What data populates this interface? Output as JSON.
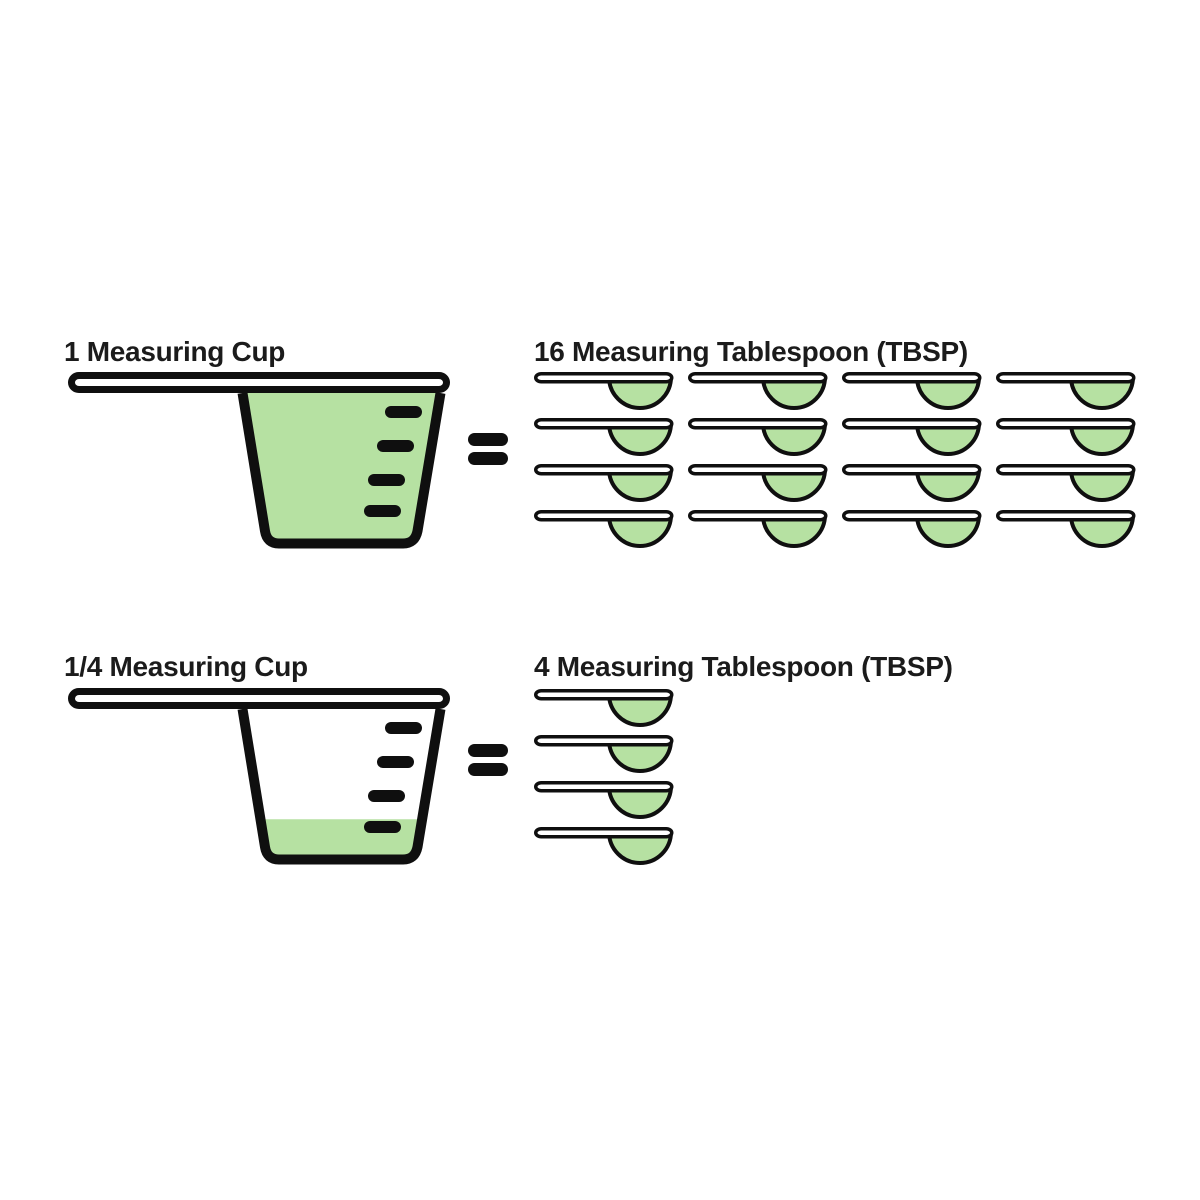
{
  "colors": {
    "liquid_green": "#b6e1a2",
    "outline_black": "#0f0f0f",
    "text_black": "#1b1b1b",
    "background": "#ffffff"
  },
  "sections": [
    {
      "cup": {
        "label": "1 Measuring Cup",
        "fill_fraction": 1
      },
      "equals_symbol": "=",
      "spoons": {
        "label": "16 Measuring Tablespoon (TBSP)",
        "count": 16,
        "columns": 4,
        "rows": 4
      }
    },
    {
      "cup": {
        "label": "1/4 Measuring Cup",
        "fill_fraction": 0.25
      },
      "equals_symbol": "=",
      "spoons": {
        "label": "4 Measuring Tablespoon (TBSP)",
        "count": 4,
        "columns": 1,
        "rows": 4
      }
    }
  ]
}
